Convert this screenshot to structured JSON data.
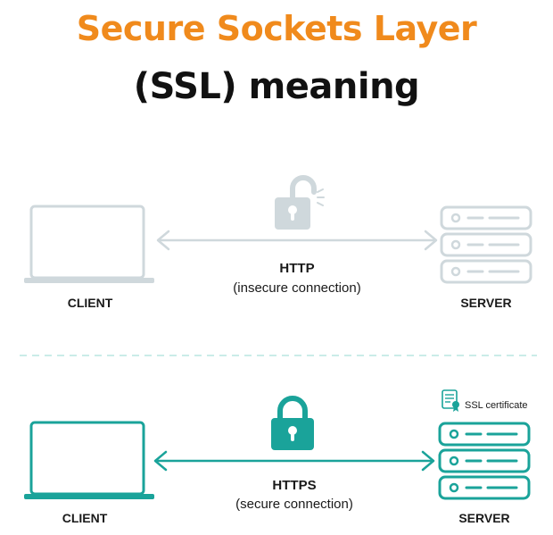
{
  "title": {
    "line1": "Secure Sockets Layer",
    "line2": "(SSL) meaning"
  },
  "colors": {
    "title_accent": "#f08a1c",
    "title_dark": "#111111",
    "insecure": "#cfd8dc",
    "secure": "#1aa39a",
    "separator": "#b9e5e1"
  },
  "http_section": {
    "client_label": "CLIENT",
    "server_label": "SERVER",
    "protocol": "HTTP",
    "description": "(insecure connection)",
    "lock_icon": "unlocked-padlock-icon"
  },
  "https_section": {
    "client_label": "CLIENT",
    "server_label": "SERVER",
    "protocol": "HTTPS",
    "description": "(secure connection)",
    "lock_icon": "locked-padlock-icon",
    "certificate_label": "SSL certificate"
  }
}
